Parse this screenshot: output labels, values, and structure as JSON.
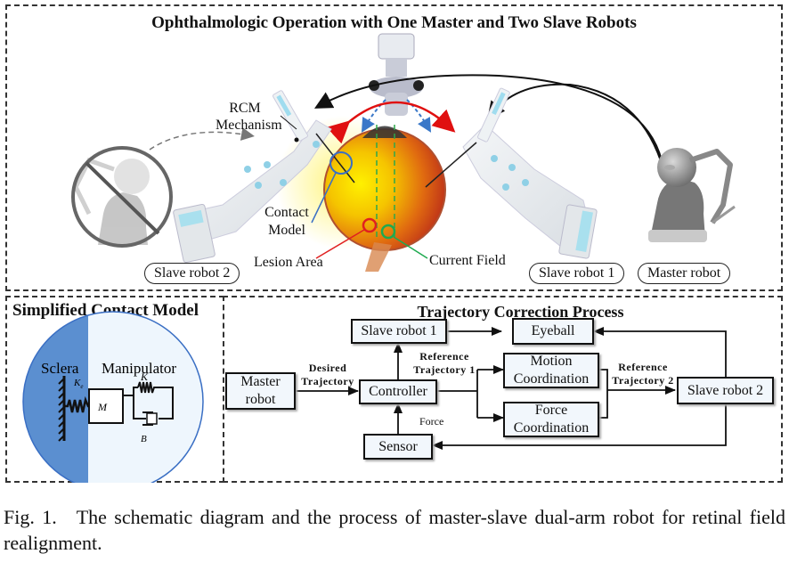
{
  "top_panel": {
    "title": "Ophthalmologic Operation with One Master and Two Slave Robots",
    "labels": {
      "rcm": "RCM",
      "mechanism": "Mechanism",
      "contact": "Contact",
      "model": "Model",
      "lesion_area": "Lesion Area",
      "current_field": "Current Field"
    },
    "pills": {
      "slave_robot_2": "Slave robot 2",
      "slave_robot_1": "Slave robot 1",
      "master_robot": "Master robot"
    },
    "colors": {
      "contact_circle": "#3a6fc4",
      "lesion_circle": "#e02020",
      "current_field_circle": "#1faa50",
      "rotation_arrows": "#e01010"
    }
  },
  "contact_panel": {
    "title": "Simplified Contact Model",
    "sclera": "Sclera",
    "manipulator": "Manipulator",
    "ke": "K",
    "ke_sub": "e",
    "k": "K",
    "m": "M",
    "b": "B",
    "colors": {
      "sclera_fill": "#5b8fd0",
      "circle_fill": "#eef6fd"
    }
  },
  "trajectory_panel": {
    "title": "Trajectory Correction Process",
    "boxes": {
      "master_robot": [
        "Master",
        "robot"
      ],
      "controller": "Controller",
      "slave_robot_1": "Slave robot 1",
      "eyeball": "Eyeball",
      "motion_coord": [
        "Motion",
        "Coordination"
      ],
      "force_coord": [
        "Force",
        "Coordination"
      ],
      "slave_robot_2": "Slave robot 2",
      "sensor": "Sensor"
    },
    "edge_labels": {
      "desired": [
        "Desired",
        "Trajectory"
      ],
      "ref1": [
        "Reference",
        "Trajectory 1"
      ],
      "ref2": [
        "Reference",
        "Trajectory 2"
      ],
      "force": "Force"
    }
  },
  "caption": "Fig. 1. The schematic diagram and the process of master-slave dual-arm robot for retinal field realignment."
}
